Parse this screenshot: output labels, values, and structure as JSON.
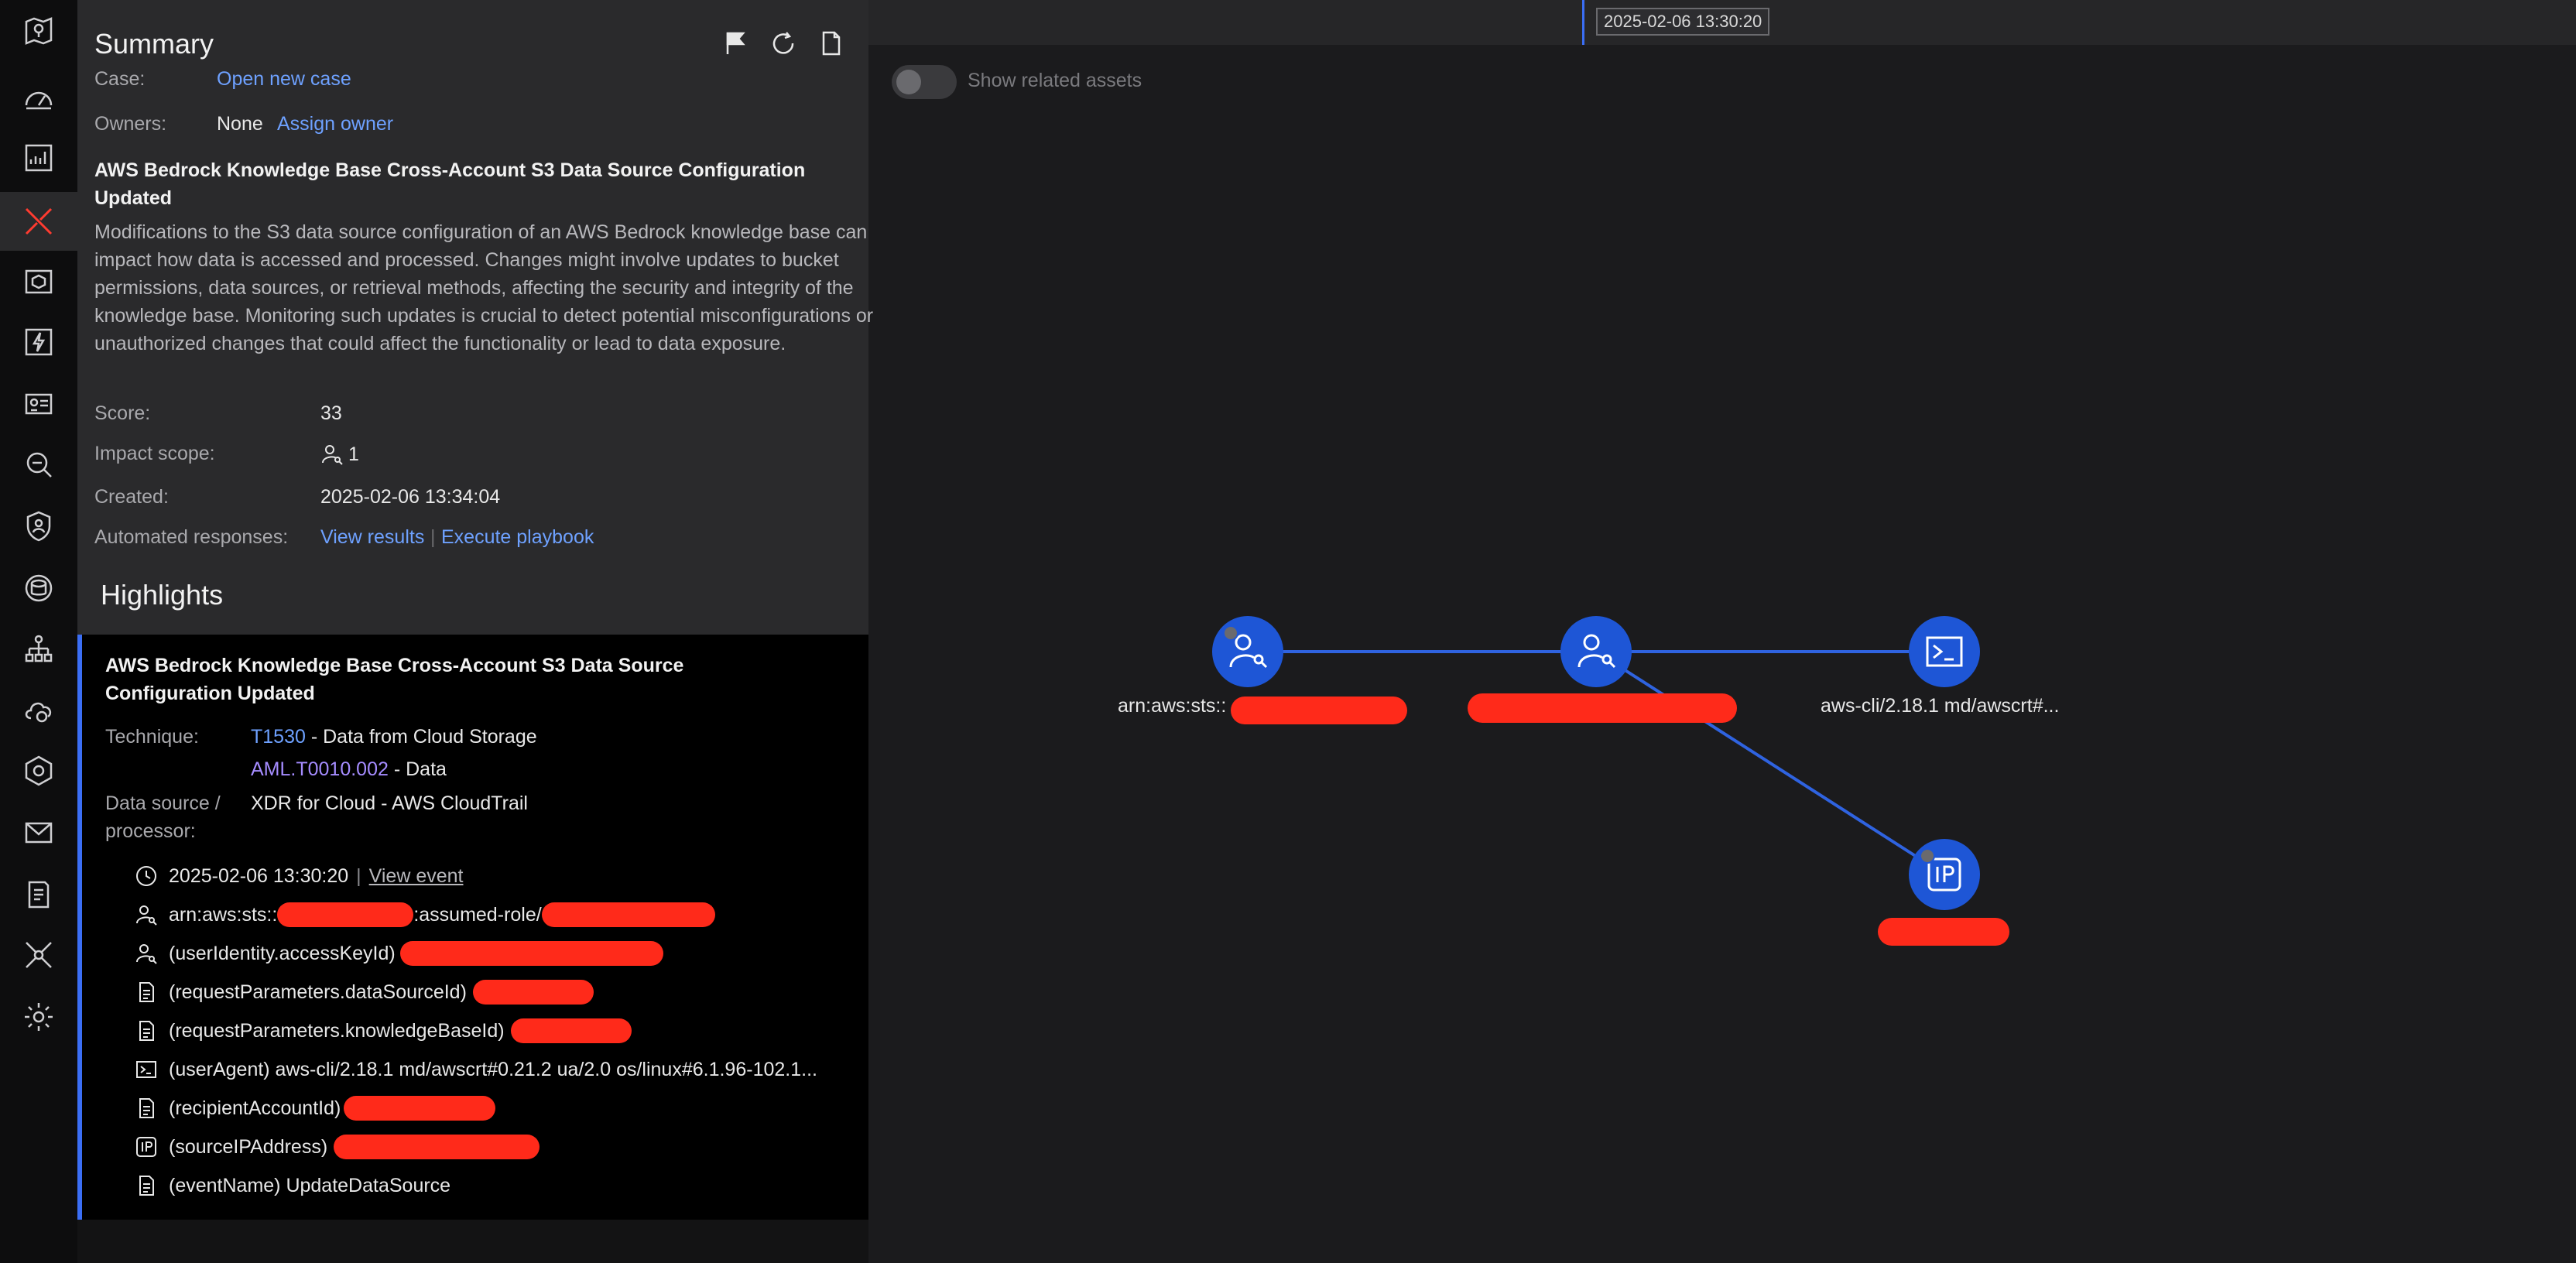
{
  "nav": {
    "items": [
      {
        "icon": "map-pin-icon"
      },
      {
        "icon": "dashboard-gauge-icon"
      },
      {
        "icon": "reports-chart-icon"
      },
      {
        "icon": "xdr-logo-icon",
        "active": true
      },
      {
        "icon": "assets-icon"
      },
      {
        "icon": "lightning-icon"
      },
      {
        "icon": "incident-card-icon"
      },
      {
        "icon": "search-investigate-icon"
      },
      {
        "icon": "user-shield-icon"
      },
      {
        "icon": "database-icon"
      },
      {
        "icon": "hierarchy-icon"
      },
      {
        "icon": "cloud-icon"
      },
      {
        "icon": "settings-hex-icon"
      },
      {
        "icon": "mail-icon"
      },
      {
        "icon": "document-icon"
      },
      {
        "icon": "network-icon"
      },
      {
        "icon": "gear-icon"
      }
    ]
  },
  "summary": {
    "title": "Summary",
    "case_label": "Case:",
    "case_link": "Open new case",
    "owners_label": "Owners:",
    "owners_value": "None",
    "owners_link": "Assign owner",
    "alert_title": "AWS Bedrock Knowledge Base Cross-Account S3 Data Source Configuration Updated",
    "description": "Modifications to the S3 data source configuration of an AWS Bedrock knowledge base can impact how data is accessed and processed. Changes might involve updates to bucket permissions, data sources, or retrieval methods, affecting the security and integrity of the knowledge base. Monitoring such updates is crucial to detect potential misconfigurations or unauthorized changes that could affect the functionality or lead to data exposure.",
    "score_label": "Score:",
    "score_value": "33",
    "impact_label": "Impact scope:",
    "impact_value": "1",
    "created_label": "Created:",
    "created_value": "2025-02-06 13:34:04",
    "automated_label": "Automated responses:",
    "view_results": "View results",
    "execute_playbook": "Execute playbook",
    "highlights_title": "Highlights"
  },
  "highlight": {
    "title": "AWS Bedrock Knowledge Base Cross-Account S3 Data Source Configuration Updated",
    "technique_label": "Technique:",
    "technique_1_id": "T1530",
    "technique_1_name": " - Data from Cloud Storage",
    "technique_2_id": "AML.T0010.002",
    "technique_2_name": " - Data",
    "datasource_label": "Data source / processor:",
    "datasource_value": "XDR for Cloud - AWS CloudTrail",
    "event_time": "2025-02-06 13:30:20",
    "event_sep": "|",
    "view_event": "View event",
    "rows": [
      {
        "text": "arn:aws:sts::",
        "mid": ":assumed-role/"
      },
      {
        "text": "(userIdentity.accessKeyId)"
      },
      {
        "text": "(requestParameters.dataSourceId)"
      },
      {
        "text": "(requestParameters.knowledgeBaseId)"
      },
      {
        "text": "(userAgent) aws-cli/2.18.1 md/awscrt#0.21.2 ua/2.0 os/linux#6.1.96-102.1..."
      },
      {
        "text": "(recipientAccountId)"
      },
      {
        "text": "(sourceIPAddress)"
      },
      {
        "text": "(eventName) UpdateDataSource"
      }
    ]
  },
  "graph": {
    "time_badge": "2025-02-06 13:30:20",
    "toggle_label": "Show related assets",
    "nodes": {
      "role_label": "arn:aws:sts::",
      "agent_label": "aws-cli/2.18.1 md/awscrt#...",
      "ip_text": "IP"
    }
  },
  "colors": {
    "accent": "#3b6ef5",
    "node": "#1e56d6",
    "redaction": "#ff2a1a",
    "link": "#6ea1ff",
    "atlas": "#a58cff"
  }
}
